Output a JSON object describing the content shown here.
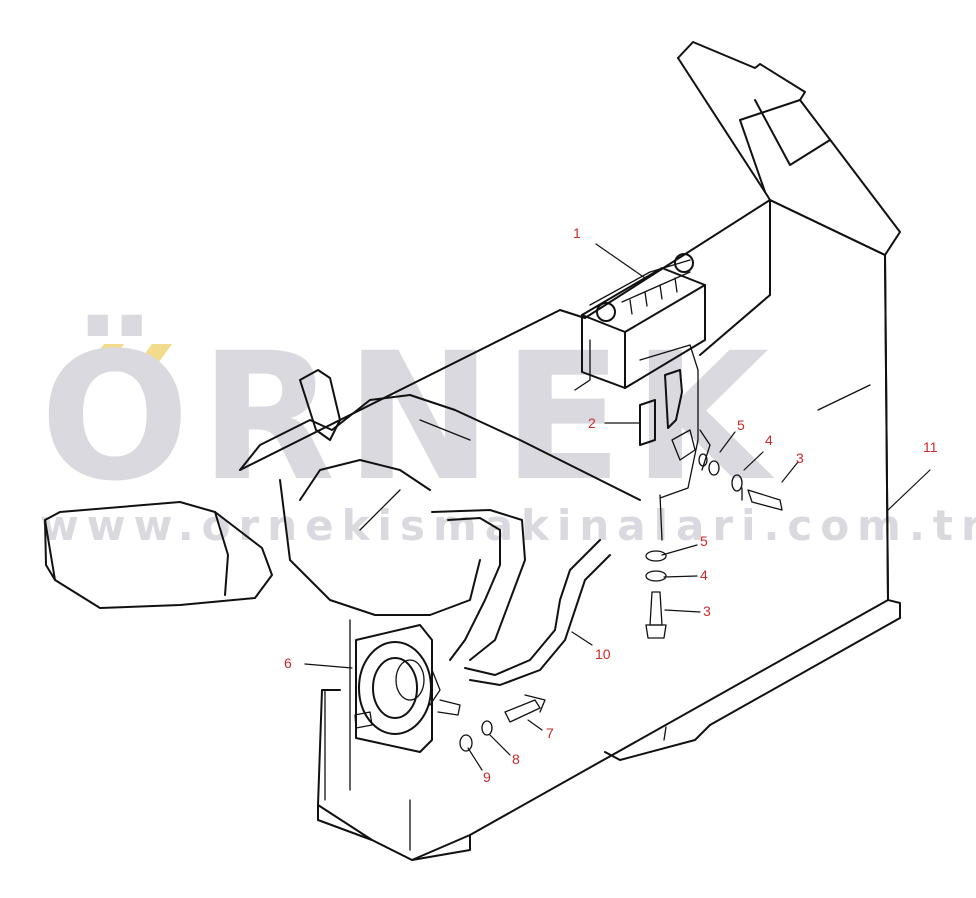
{
  "watermark": {
    "brand": "ÖRNEK",
    "url": "www.ornekismakinalari.com.tr",
    "color": "#d9d9df",
    "accent_color": "#f2dc8c"
  },
  "callout_color": "#cc2a2a",
  "callouts": [
    {
      "id": "battery",
      "label": "1"
    },
    {
      "id": "clamp",
      "label": "2"
    },
    {
      "id": "bolt-upper",
      "label": "3"
    },
    {
      "id": "washer-upper",
      "label": "4"
    },
    {
      "id": "spring-washer-upper",
      "label": "5"
    },
    {
      "id": "spring-washer-lower",
      "label": "5"
    },
    {
      "id": "washer-lower",
      "label": "4"
    },
    {
      "id": "bolt-lower",
      "label": "3"
    },
    {
      "id": "hose",
      "label": "10"
    },
    {
      "id": "horn",
      "label": "6"
    },
    {
      "id": "bolt-horn",
      "label": "7"
    },
    {
      "id": "washer-horn",
      "label": "8"
    },
    {
      "id": "nut-horn",
      "label": "9"
    },
    {
      "id": "battery-box",
      "label": "11"
    }
  ]
}
